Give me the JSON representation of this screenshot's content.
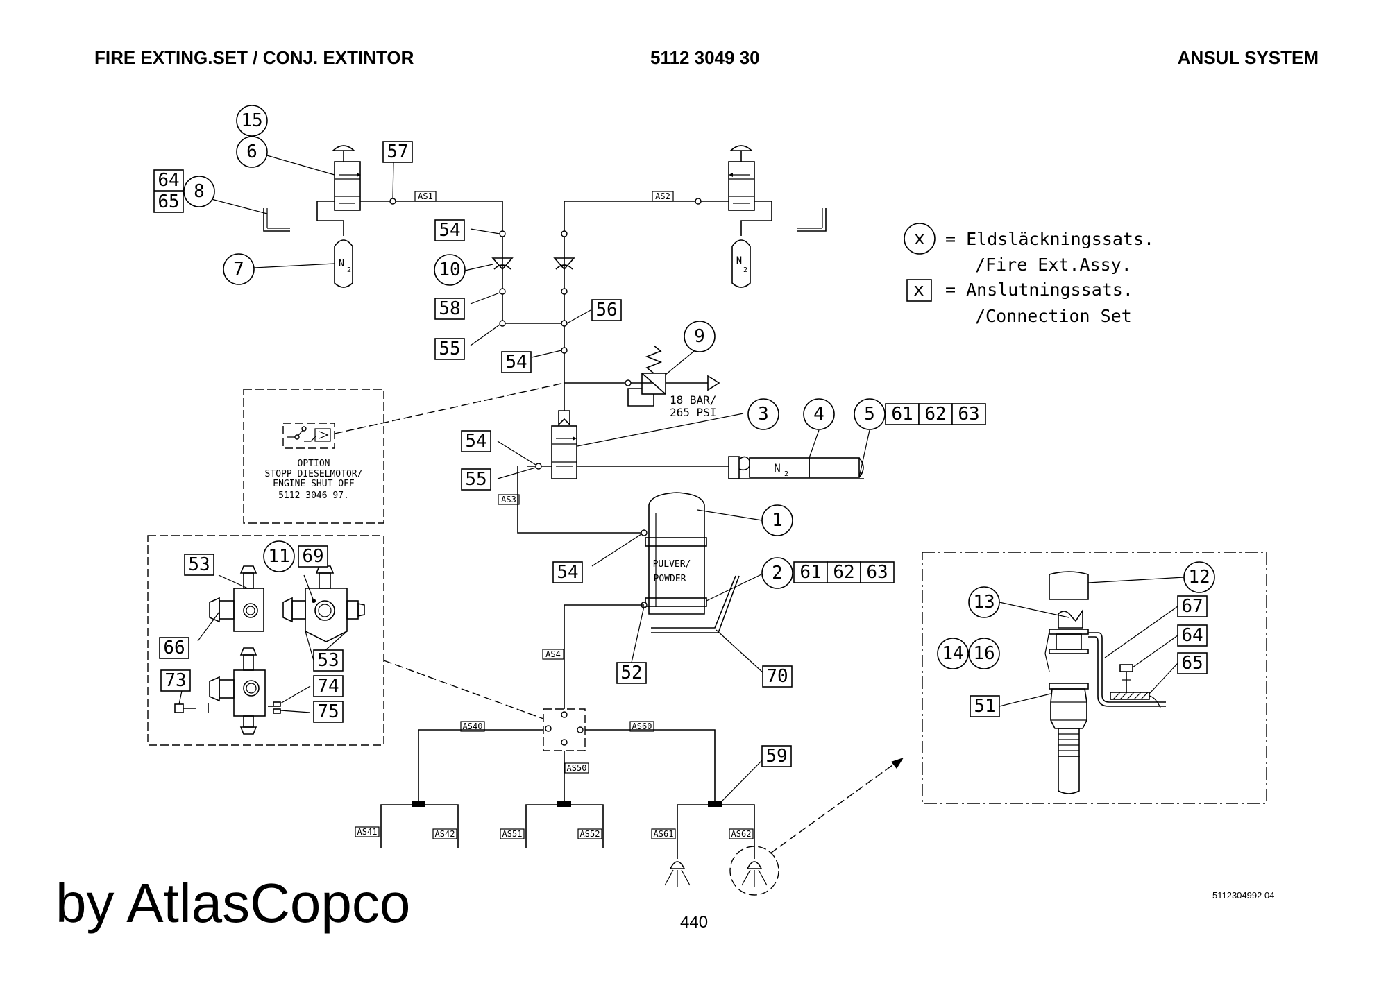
{
  "header": {
    "title": "FIRE EXTING.SET / CONJ. EXTINTOR",
    "part_number": "5112 3049 30",
    "system": "ANSUL SYSTEM"
  },
  "legend": {
    "circle_symbol": "x",
    "circle_line1": "= Eldsläckningssats.",
    "circle_line2": "/Fire Ext.Assy.",
    "box_symbol": "x",
    "box_line1": "= Anslutningssats.",
    "box_line2": "/Connection Set"
  },
  "balloons": {
    "b15": "15",
    "b6": "6",
    "b8": "8",
    "b7": "7",
    "b10": "10",
    "b9": "9",
    "b3": "3",
    "b4": "4",
    "b5": "5",
    "b1": "1",
    "b2": "2",
    "b11": "11",
    "b12": "12",
    "b13": "13",
    "b14": "14",
    "b16": "16"
  },
  "boxes": {
    "b57": "57",
    "b64a": "64",
    "b65a": "65",
    "b54a": "54",
    "b58": "58",
    "b55a": "55",
    "b56": "56",
    "b54b": "54",
    "b54c": "54",
    "b55b": "55",
    "b61a": "61",
    "b62a": "62",
    "b63a": "63",
    "b54d": "54",
    "b61b": "61",
    "b62b": "62",
    "b63b": "63",
    "b52": "52",
    "b70": "70",
    "b59": "59",
    "b53a": "53",
    "b69": "69",
    "b66": "66",
    "b53b": "53",
    "b73": "73",
    "b74": "74",
    "b75": "75",
    "b67": "67",
    "b64b": "64",
    "b65b": "65",
    "b51": "51"
  },
  "pipes": {
    "as1": "AS1",
    "as2": "AS2",
    "as3": "AS3",
    "as4": "AS4",
    "as40": "AS40",
    "as50": "AS50",
    "as60": "AS60",
    "as41": "AS41",
    "as42": "AS42",
    "as51": "AS51",
    "as52": "AS52",
    "as61": "AS61",
    "as62": "AS62"
  },
  "labels": {
    "n2": "N",
    "n2_sub": "2",
    "relief_l1": "18 BAR/",
    "relief_l2": "265 PSI",
    "powder_l1": "PULVER/",
    "powder_l2": "POWDER",
    "option_l1": "OPTION",
    "option_l2": "STOPP DIESELMOTOR/",
    "option_l3": "ENGINE SHUT OFF",
    "option_l4": "5112 3046 97."
  },
  "footer": {
    "watermark": "by AtlasCopco",
    "page_number": "440",
    "drawing_number": "5112304992 04"
  }
}
